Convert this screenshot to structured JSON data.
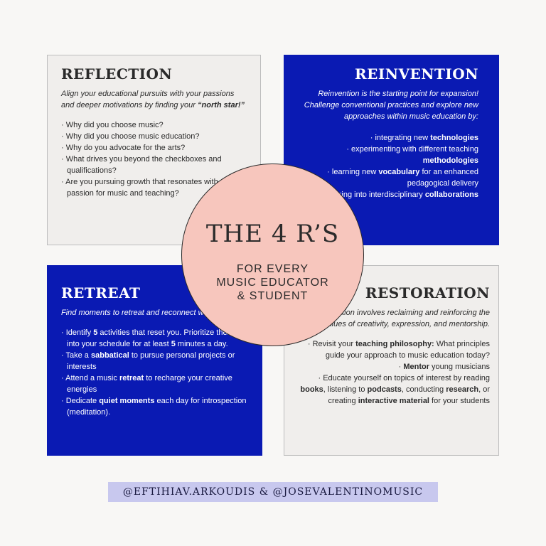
{
  "reflection": {
    "title": "REFLECTION",
    "intro_text": "Align your educational pursuits with your passions and deeper motivations by finding your ",
    "intro_bold": "“north star!”",
    "items": [
      "· Why did you choose music?",
      "· Why did you choose music education?",
      "· Why do you advocate for the arts?",
      "· What drives you beyond the checkboxes and qualifications?",
      "· Are you pursuing growth that resonates with your passion for music and teaching?"
    ]
  },
  "reinvention": {
    "title": "REINVENTION",
    "intro": "Reinvention is the starting point for expansion! Challenge conventional practices and explore new approaches within music education by:",
    "i1_a": "· integrating new ",
    "i1_b": "technologies",
    "i2_a": "· experimenting with different teaching ",
    "i2_b": "methodologies",
    "i3_a": "· learning new ",
    "i3_b": "vocabulary",
    "i3_c": " for an enhanced pedagogical delivery",
    "i4_a": "· venturing into interdisciplinary ",
    "i4_b": "collaborations"
  },
  "retreat": {
    "title": "RETREAT",
    "intro": "Find moments to retreat and reconnect with yourself.",
    "i1_a": "· Identify ",
    "i1_b": "5",
    "i1_c": " activities that reset you. Prioritize them into your schedule for at least ",
    "i1_d": "5",
    "i1_e": " minutes a day.",
    "i2_a": "· Take a ",
    "i2_b": "sabbatical",
    "i2_c": " to pursue personal projects or interests",
    "i3_a": "· Attend a music ",
    "i3_b": "retreat",
    "i3_c": " to recharge your creative energies",
    "i4_a": "· Dedicate ",
    "i4_b": "quiet moments",
    "i4_c": " each day for introspection (meditation)."
  },
  "restoration": {
    "title": "RESTORATION",
    "intro": "Restoration involves reclaiming and reinforcing the core values of creativity, expression, and mentorship.",
    "i1_a": "· Revisit your ",
    "i1_b": "teaching philosophy:",
    "i1_c": " What principles guide your approach to music education today?",
    "i2_a": "· ",
    "i2_b": "Mentor",
    "i2_c": " young musicians",
    "i3_a": "· Educate yourself on topics of interest by reading ",
    "i3_b": "books",
    "i3_c": ", listening to ",
    "i3_d": "podcasts",
    "i3_e": ", conducting ",
    "i3_f": "research",
    "i3_g": ", or creating ",
    "i3_h": "interactive material",
    "i3_i": " for your students"
  },
  "center": {
    "title": "THE 4 R’S",
    "line1": "FOR EVERY",
    "line2": "MUSIC EDUCATOR",
    "line3": "& STUDENT"
  },
  "footer": {
    "handles": "@EFTIHIAV.ARKOUDIS & @JOSEVALENTINOMUSIC"
  },
  "colors": {
    "blue": "#0a1ab3",
    "light": "#f0eeec",
    "pink": "#f7c6bd",
    "lavender": "#c8c8ee"
  }
}
